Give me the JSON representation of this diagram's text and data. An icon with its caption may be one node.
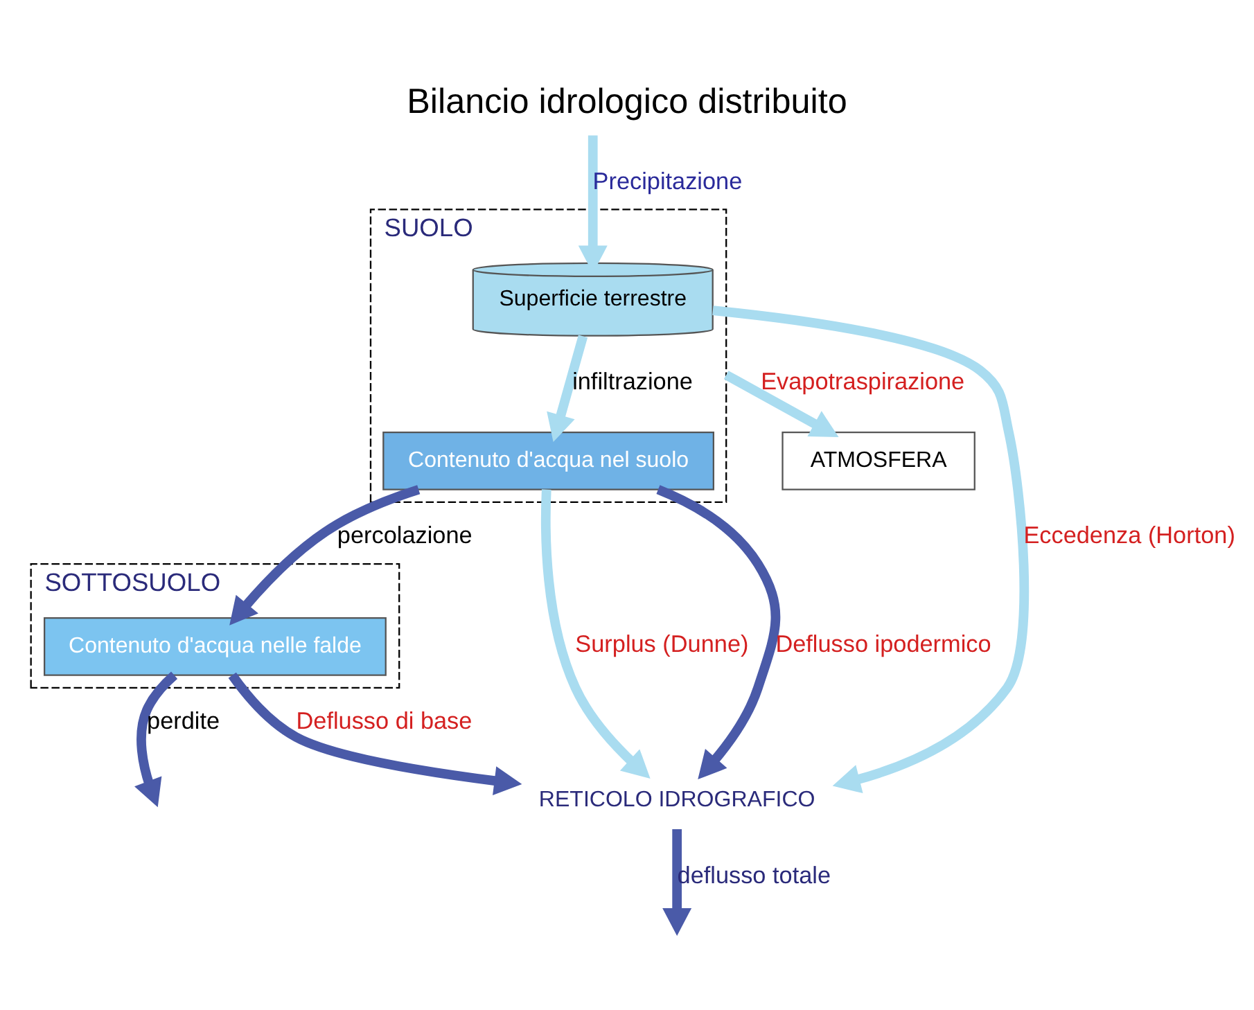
{
  "diagram": {
    "title": "Bilancio idrologico distribuito",
    "nodes": [
      {
        "text": [
          "ATMOSFERA"
        ]
      },
      {
        "text": [
          "SUOLO"
        ]
      },
      {
        "text": [
          "Superficie terrestre"
        ],
        "in": 1
      },
      {
        "text": [
          "Contenuto d'acqua nel suolo"
        ],
        "in": 1
      },
      {
        "text": [
          "SOTTOSUOLO"
        ]
      },
      {
        "text": [
          "Contenuto d'acqua nelle falde"
        ],
        "in": 4
      },
      {
        "text": [
          "RETICOLO IDROGRAFICO"
        ]
      }
    ],
    "edges": [
      {
        "from": null,
        "to": 2,
        "arrow": "to",
        "label": "Precipitazione",
        "color": "#a9dcf0"
      },
      {
        "from": 1,
        "to": 0,
        "arrow": "to",
        "label": "Evapotraspirazione",
        "color": "#a9dcf0"
      },
      {
        "from": 2,
        "to": 3,
        "arrow": "to",
        "label": "infiltrazione",
        "color": "#a9dcf0"
      },
      {
        "from": 2,
        "to": 6,
        "arrow": "to",
        "label": "Eccedenza (Horton)",
        "color": "#a9dcf0"
      },
      {
        "from": 3,
        "to": 6,
        "arrow": "to",
        "label": "Surplus (Dunne)",
        "color": "#a9dcf0"
      },
      {
        "from": 3,
        "to": 6,
        "arrow": "to",
        "label": "Deflusso ipodermico",
        "color": "#4a5aa8"
      },
      {
        "from": 3,
        "to": 5,
        "arrow": "to",
        "label": "percolazione",
        "color": "#4a5aa8"
      },
      {
        "from": 5,
        "to": 6,
        "arrow": "to",
        "label": "Deflusso di base",
        "color": "#4a5aa8"
      },
      {
        "from": 5,
        "to": null,
        "arrow": "to",
        "label": "perdite",
        "color": "#4a5aa8"
      },
      {
        "from": 6,
        "to": null,
        "arrow": "to",
        "label": "deflusso totale",
        "color": "#4a5aa8"
      }
    ]
  }
}
